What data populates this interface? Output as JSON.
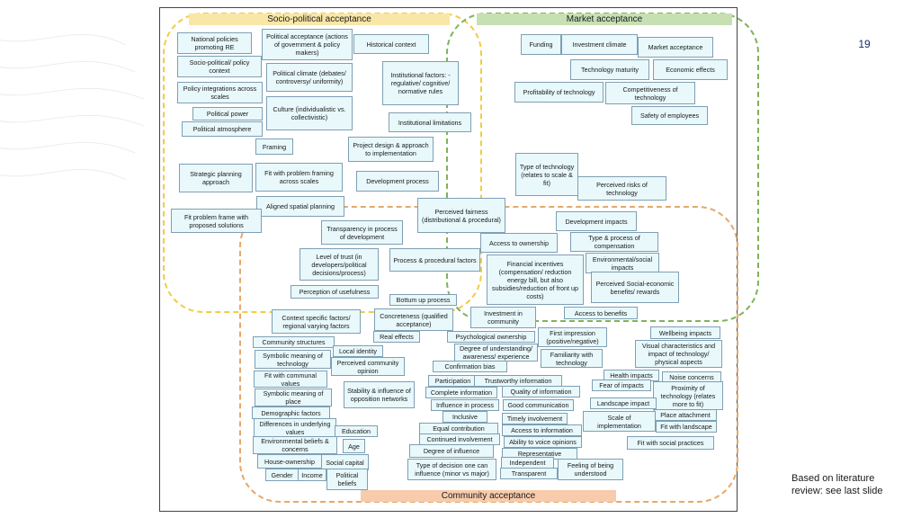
{
  "slide": {
    "page_number": "19",
    "note_line1": "Based on literature",
    "note_line2": "review: see last slide"
  },
  "regions": {
    "socio": "Socio-political acceptance",
    "market": "Market acceptance",
    "community": "Community acceptance"
  },
  "colors": {
    "socio_border": "#f2cc45",
    "market_border": "#7fb35a",
    "community_border": "#e6a86a",
    "box_fill": "#e8f8fb"
  },
  "boxes": {
    "b01": "National policies promoting RE",
    "b02": "Political acceptance (actions of government & policy makers)",
    "b03": "Historical context",
    "b04": "Socio-political/ policy context",
    "b05": "Political climate (debates/ controversy/ uniformity)",
    "b06": "Institutional factors: - regulative/ cognitive/ normative rules",
    "b07": "Policy integrations across scales",
    "b08": "Culture (individualistic vs. collectivistic)",
    "b09": "Political power",
    "b10": "Political atmosphere",
    "b11": "Institutional limitations",
    "b12": "Framing",
    "b13": "Project design & approach to implementation",
    "b14": "Strategic planning approach",
    "b15": "Fit with problem framing across scales",
    "b16": "Development process",
    "b17": "Aligned spatial planning",
    "b18": "Fit problem frame with proposed solutions",
    "b19": "Perceived fairness (distributional & procedural)",
    "b20": "Transparency in process of development",
    "b21": "Level of trust (in developers/political decisions/process)",
    "b22": "Process & procedural factors",
    "b23": "Perception of usefulness",
    "b24": "Funding",
    "b25": "Investment climate",
    "b26": "Market acceptance",
    "b27": "Technology maturity",
    "b28": "Economic effects",
    "b29": "Profitability of technology",
    "b30": "Competitiveness of technology",
    "b31": "Safety of employees",
    "b32": "Type of technology (relates to scale & fit)",
    "b33": "Perceived risks of technology",
    "b34": "Development impacts",
    "b35": "Access to ownership",
    "b36": "Type & process of compensation",
    "b37": "Environmental/social impacts",
    "b38": "Financial incentives (compensation/ reduction energy bill, but also subsidies/reduction of front up costs)",
    "b39": "Perceived Social-economic benefits/ rewards",
    "b40": "Access to benefits",
    "b41": "Bottum up process",
    "b42": "Concreteness (qualified acceptance)",
    "b43": "Investment in community",
    "b44": "Context specific factors/ regional varying factors",
    "b45": "Real effects",
    "b46": "Psychological ownership",
    "b47": "First impression (positive/negative)",
    "b48": "Wellbeing impacts",
    "b49": "Community structures",
    "b50": "Local identity",
    "b51": "Degree of understanding/ awareness/ experience",
    "b52": "Familiarity with technology",
    "b53": "Visual characteristics and impact of technology/ physical aspects",
    "b54": "Symbolic meaning of technology",
    "b55": "Perceived community opinion",
    "b56": "Confirmation bias",
    "b57": "Fit with communal values",
    "b58": "Participation",
    "b59": "Trustworthy information",
    "b60": "Health impacts",
    "b61": "Noise concerns",
    "b62": "Stability & influence of opposition networks",
    "b63": "Fear of impacts",
    "b64": "Proximity of technology (relates more to fit)",
    "b65": "Symbolic meaning of place",
    "b66": "Complete information",
    "b67": "Quality of information",
    "b68": "Influence in process",
    "b69": "Good communication",
    "b70": "Landscape impact",
    "b71": "Demographic factors",
    "b72": "Place attachment",
    "b73": "Inclusive",
    "b74": "Timely involvement",
    "b75": "Scale of implementation",
    "b76": "Differences in underlying values",
    "b77": "Fit with landscape",
    "b78": "Education",
    "b79": "Equal contribution",
    "b80": "Access to information",
    "b81": "Environmental beliefs & concerns",
    "b82": "Continued involvement",
    "b83": "Ability to voice opinions",
    "b84": "Age",
    "b85": "Fit with social practices",
    "b86": "Degree of influence",
    "b87": "Representative",
    "b88": "House-ownership",
    "b89": "Social capital",
    "b90": "Independent",
    "b91": "Type of decision one can influence (minor vs major)",
    "b92": "Feeling of being understood",
    "b93": "Gender",
    "b94": "Income",
    "b95": "Political beliefs",
    "b96": "Transparent"
  }
}
